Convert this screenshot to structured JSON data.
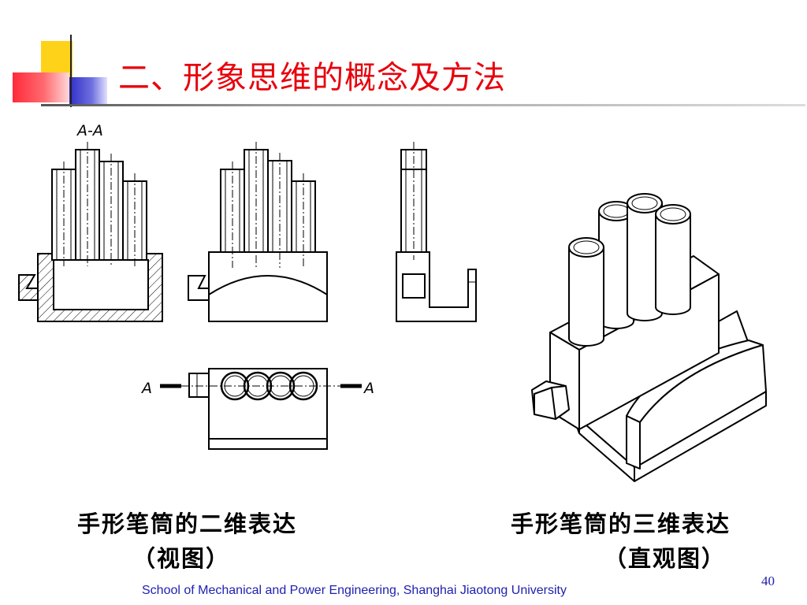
{
  "slide": {
    "title": "二、形象思维的概念及方法",
    "section_label": "A-A",
    "cut_label_left": "A",
    "cut_label_right": "A",
    "caption_2d_line1": "手形笔筒的二维表达",
    "caption_2d_line2": "（视图）",
    "caption_3d_line1": "手形笔筒的三维表达",
    "caption_3d_line2": "（直观图）",
    "footer": "School of Mechanical and Power Engineering,  Shanghai Jiaotong University",
    "page_number": "40"
  },
  "colors": {
    "title": "#e8000b",
    "footer": "#2020b0",
    "deco_yellow": "#ffd21a",
    "deco_red": "#ff3040",
    "deco_blue": "#3b3bd0",
    "rule": "#c8c8c8"
  }
}
